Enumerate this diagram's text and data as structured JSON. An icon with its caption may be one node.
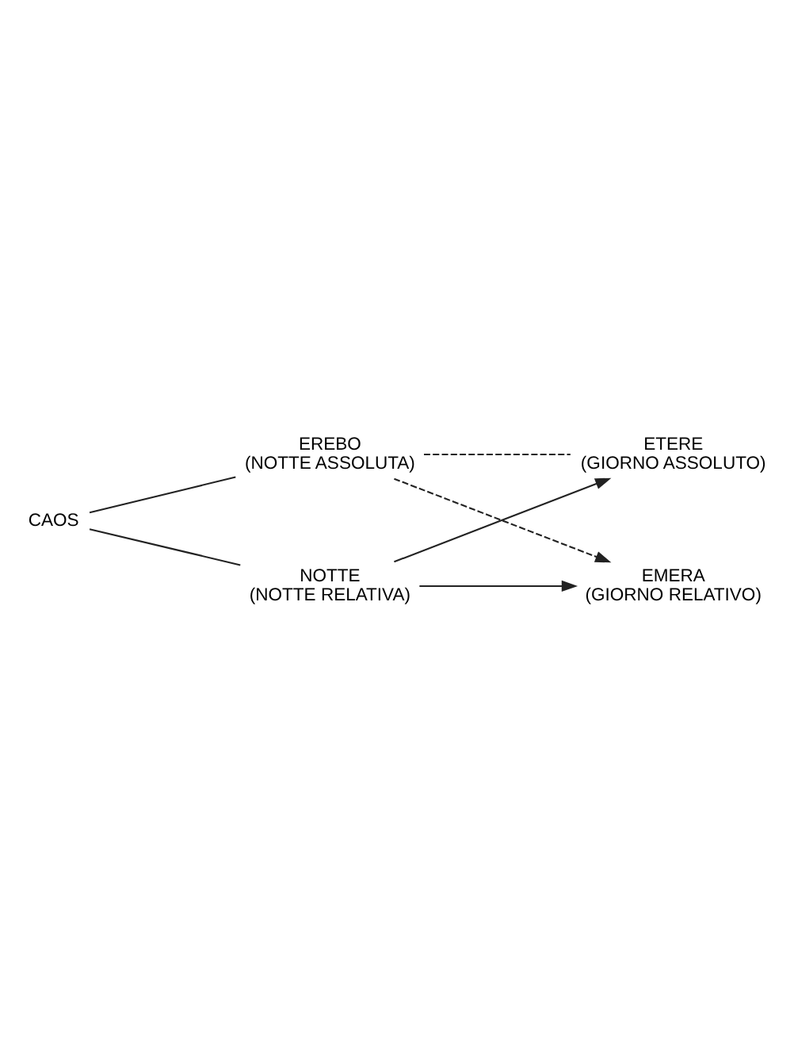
{
  "diagram": {
    "nodes": [
      {
        "text": [
          "CAOS"
        ]
      },
      {
        "text": [
          "EREBO",
          "(NOTTE ASSOLUTA)"
        ]
      },
      {
        "text": [
          "NOTTE",
          "(NOTTE RELATIVA)"
        ]
      },
      {
        "text": [
          "ETERE",
          "(GIORNO ASSOLUTO)"
        ]
      },
      {
        "text": [
          "EMERA",
          "(GIORNO RELATIVO)"
        ]
      }
    ],
    "edges": [
      {
        "from": 0,
        "to": 1,
        "arrow": "none"
      },
      {
        "from": 0,
        "to": 2,
        "arrow": "none"
      },
      {
        "from": 1,
        "to": 3,
        "arrow": "none",
        "style": "dashed"
      },
      {
        "from": 1,
        "to": 4,
        "arrow": "to",
        "style": "dashed"
      },
      {
        "from": 2,
        "to": 3,
        "arrow": "to"
      },
      {
        "from": 2,
        "to": 4,
        "arrow": "to"
      }
    ]
  }
}
